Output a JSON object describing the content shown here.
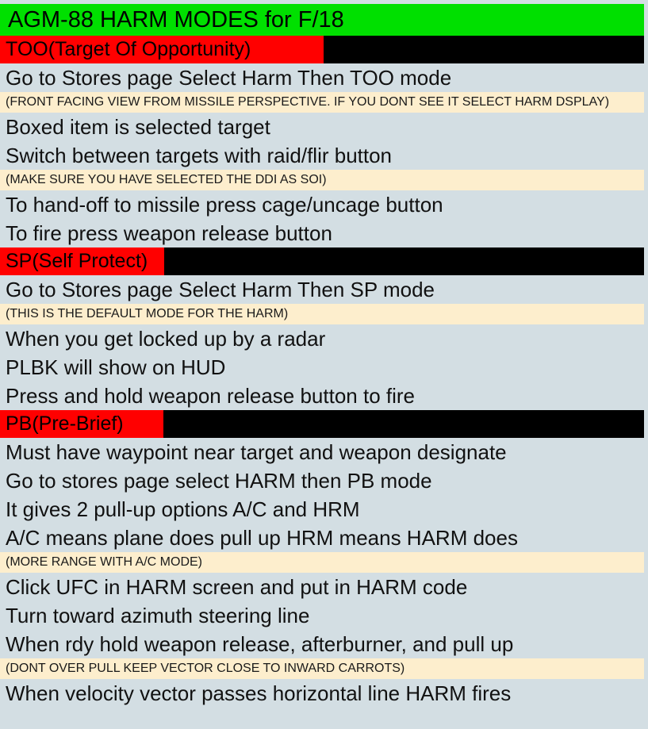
{
  "page": {
    "title": "AGM-88 HARM MODES for F/18",
    "background_color": "#d3dee3",
    "title_bar_color": "#00e000",
    "mode_chip_color": "#ff0000",
    "mode_bar_color": "#000000",
    "note_color": "#fdeecd"
  },
  "sections": [
    {
      "header": "TOO(Target Of Opportunity)",
      "rows": [
        {
          "kind": "line",
          "text": "Go to Stores page Select Harm Then TOO mode"
        },
        {
          "kind": "note",
          "text": "(FRONT FACING VIEW FROM MISSILE PERSPECTIVE. IF YOU DONT SEE IT SELECT HARM DSPLAY)"
        },
        {
          "kind": "line",
          "text": "Boxed item is selected target"
        },
        {
          "kind": "line",
          "text": "Switch between targets with raid/flir button"
        },
        {
          "kind": "note",
          "text": "(MAKE SURE YOU HAVE SELECTED THE DDI AS SOI)"
        },
        {
          "kind": "line",
          "text": "To hand-off to missile press cage/uncage button"
        },
        {
          "kind": "line",
          "text": "To fire press weapon release button"
        }
      ]
    },
    {
      "header": "SP(Self Protect)",
      "rows": [
        {
          "kind": "line",
          "text": "Go to Stores page Select Harm Then SP mode"
        },
        {
          "kind": "note",
          "text": "(THIS IS THE DEFAULT MODE FOR THE HARM)"
        },
        {
          "kind": "line",
          "text": "When you get locked up by a radar"
        },
        {
          "kind": "line",
          "text": "PLBK will show on HUD"
        },
        {
          "kind": "line",
          "text": "Press and hold weapon release button to fire"
        }
      ]
    },
    {
      "header": "PB(Pre-Brief)",
      "rows": [
        {
          "kind": "line",
          "text": "Must have waypoint near target and weapon designate"
        },
        {
          "kind": "line",
          "text": "Go to stores page select HARM then PB mode"
        },
        {
          "kind": "line",
          "text": "It gives 2 pull-up options A/C and HRM"
        },
        {
          "kind": "line",
          "text": "A/C means plane does pull up HRM means HARM does"
        },
        {
          "kind": "note",
          "text": "(MORE RANGE WITH A/C MODE)"
        },
        {
          "kind": "line",
          "text": "Click UFC in HARM screen and put in HARM code"
        },
        {
          "kind": "line",
          "text": "Turn toward azimuth steering line"
        },
        {
          "kind": "line",
          "text": "When rdy hold weapon release, afterburner, and pull up"
        },
        {
          "kind": "note",
          "text": "(DONT OVER PULL KEEP VECTOR CLOSE TO INWARD CARROTS)"
        },
        {
          "kind": "line",
          "text": "When velocity vector passes horizontal line HARM fires"
        }
      ]
    }
  ]
}
